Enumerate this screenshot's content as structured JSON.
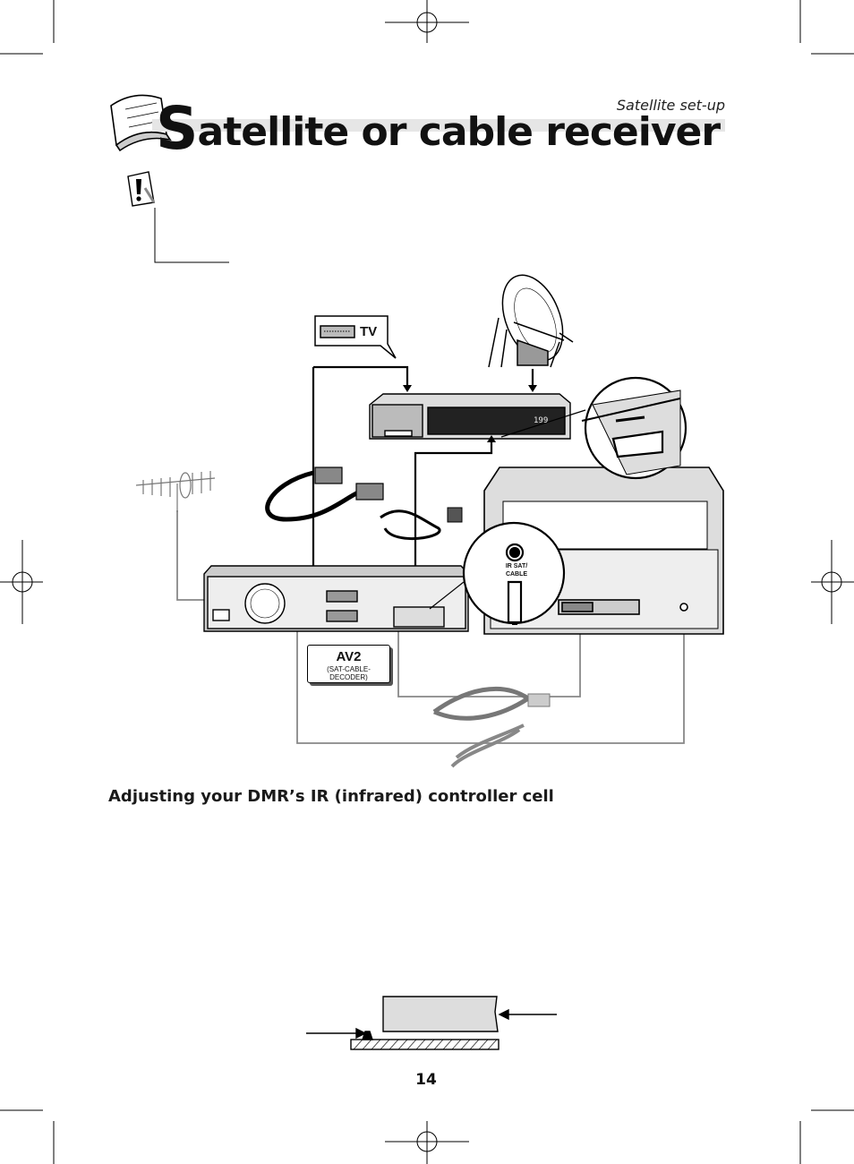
{
  "header": {
    "section_label": "Satellite set-up",
    "title_initial": "S",
    "title_rest": "atellite or cable receiver"
  },
  "diagram": {
    "tv_callout": "TV",
    "av2_label": "AV2",
    "av2_sublabel": "(SAT-CABLE-DECODER)",
    "ir_jack_label_line1": "IR SAT/",
    "ir_jack_label_line2": "CABLE",
    "receiver_display": "199"
  },
  "body": {
    "subheading": "Adjusting your DMR’s IR (infrared) controller cell"
  },
  "footer": {
    "page_number": "14"
  }
}
